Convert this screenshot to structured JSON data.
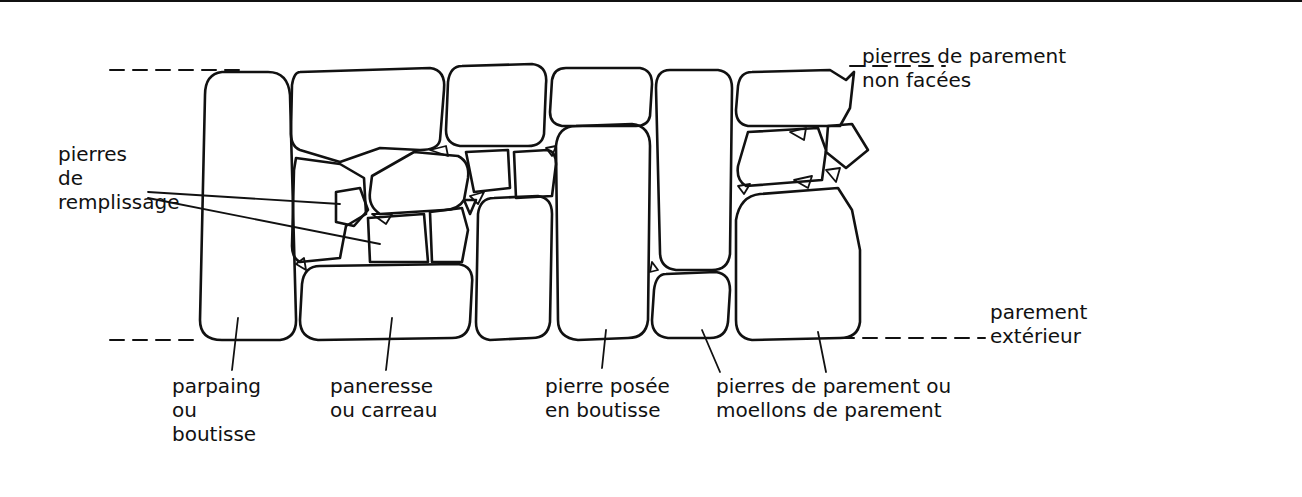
{
  "diagram": {
    "labels": [
      "pierres de parement non facées",
      "pierres de remplissage",
      "parement extérieur",
      "parpaing ou boutisse",
      "paneresse ou carreau",
      "pierre posée en boutisse",
      "pierres de parement ou moellons de parement"
    ]
  }
}
